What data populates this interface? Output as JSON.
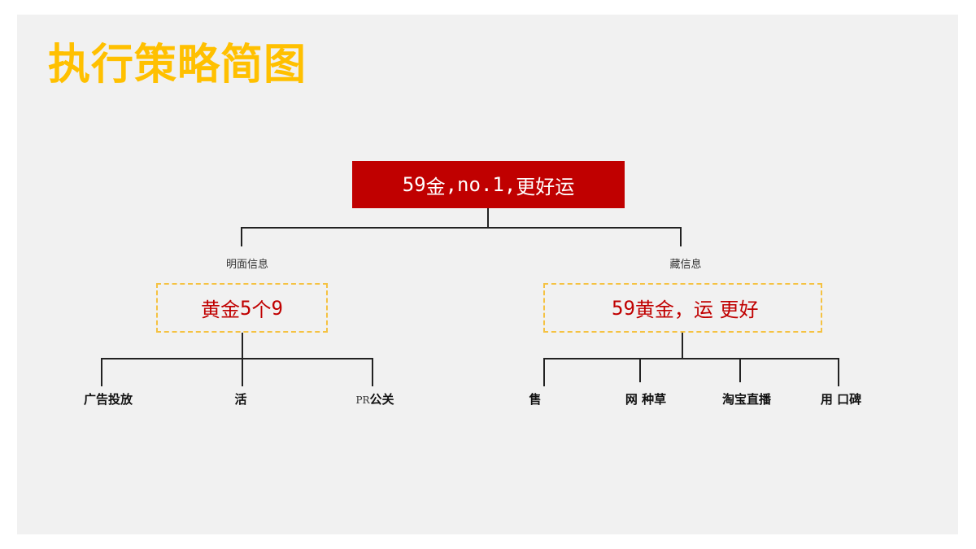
{
  "slide": {
    "title": "执行策略简图",
    "colors": {
      "title": "#ffc000",
      "root_bg": "#c00000",
      "branch_text": "#c00000",
      "dashed_border": "#f5c242",
      "background": "#f1f1f1"
    }
  },
  "root": {
    "num": "59",
    "t1": "金",
    "t2": ",no.1,",
    "t3": " 更好运"
  },
  "branches": [
    {
      "label": "明面信息",
      "box": {
        "t1": "黄金 ",
        "num": "5",
        "t2": "个",
        "num2": "9"
      },
      "leaves": [
        {
          "label": "广告投放"
        },
        {
          "label": "活"
        },
        {
          "prefix": "PR",
          "label": "公关"
        }
      ]
    },
    {
      "label": "藏信息",
      "box": {
        "num": "59",
        "t1": "黄金，运 更好"
      },
      "leaves": [
        {
          "label": "售"
        },
        {
          "label": "网 种草"
        },
        {
          "label": "淘宝直播"
        },
        {
          "label": "用 口碑"
        }
      ]
    }
  ]
}
